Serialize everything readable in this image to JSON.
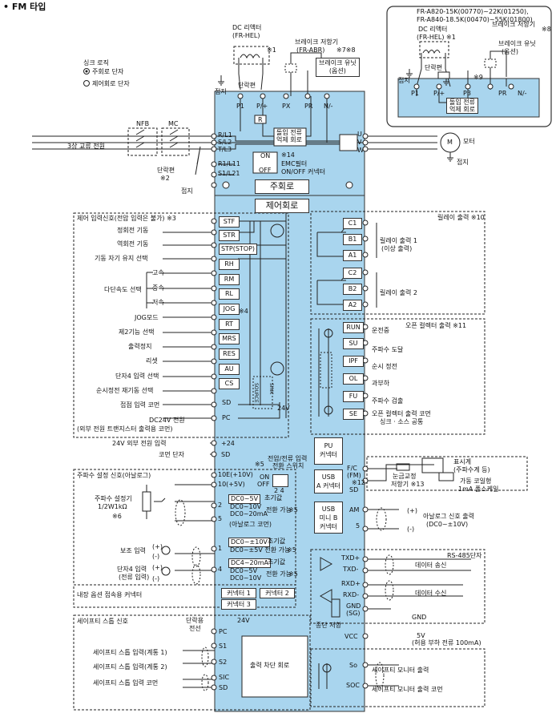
{
  "title": "• FM 타입",
  "colors": {
    "panel": "#a9d5ee",
    "line": "#222222"
  },
  "inset": {
    "line1": "FR-A820-15K(00770)~22K(01250),",
    "line2": "FR-A840-18.5K(00470)~55K(01800)",
    "dc_reactor": "DC 리액터",
    "dc_reactor_model": "(FR-HEL) ※1",
    "brake_resistor": "브레이크 저항기",
    "brake_resistor_note": "※8",
    "brake_unit": "브레이크 유닛",
    "brake_unit_opt": "(옵션)",
    "jumper": "단락편",
    "ground": "접지",
    "terminals": [
      "P1",
      "P/+",
      "P3",
      "PR",
      "N/-"
    ],
    "note9": "※9",
    "inrush": "돌입 전류",
    "inrush2": "억제 회로"
  },
  "top": {
    "sink_logic": "싱크 로직",
    "main_circuit_terminal": "주회로 단자",
    "control_circuit_terminal": "제어회로 단자",
    "dc_reactor": "DC 리액터",
    "dc_reactor_model": "(FR-HEL)",
    "note1": "※1",
    "brake_resistor": "브레이크 저항기",
    "brake_resistor_model": "(FR-ABR)",
    "note78": "※7※8",
    "brake_unit": "브레이크 유닛",
    "brake_unit_opt": "(옵션)",
    "jumper": "단락편",
    "ground": "접지",
    "main_terms": [
      "P1",
      "P/+",
      "PX",
      "PR",
      "N/-"
    ],
    "r_label": "R",
    "inrush": "돌입 전류",
    "inrush2": "억제 회로",
    "nfb": "NFB",
    "mc": "MC",
    "power_input": "3상 교류 전원",
    "in_terms": [
      "R/L1",
      "S/L2",
      "T/L3",
      "R1/L11",
      "S1/L21"
    ],
    "jumper2": "단락편",
    "note2": "※2",
    "ground2": "접지",
    "on": "ON",
    "off": "OFF",
    "note14": "※14",
    "emc": "EMC필터",
    "emc2": "ON/OFF 커넥터",
    "main_circuit": "주회로",
    "out_terms": [
      "U",
      "V",
      "W"
    ],
    "motor": "M",
    "motor_label": "모터",
    "ground3": "접지"
  },
  "control": {
    "title": "제어회로",
    "input_header": "제어 입력신호(전압 입력은 불가) ※3",
    "inputs": [
      {
        "label": "정회전 기동",
        "term": "STF"
      },
      {
        "label": "역회전 기동",
        "term": "STR"
      },
      {
        "label": "기동 자기 유지 선택",
        "term": "STP(STOP)"
      },
      {
        "label": "",
        "term": "RH"
      },
      {
        "label": "",
        "term": "RM"
      },
      {
        "label": "",
        "term": "RL"
      },
      {
        "label": "JOG모드",
        "term": "JOG"
      },
      {
        "label": "제2기능 선택",
        "term": "RT"
      },
      {
        "label": "출력정지",
        "term": "MRS"
      },
      {
        "label": "리셋",
        "term": "RES"
      },
      {
        "label": "단자4 입력 선택",
        "term": "AU"
      },
      {
        "label": "순시정전 재기동 선택",
        "term": "CS"
      },
      {
        "label": "접점 입력 코먼",
        "term": "SD"
      },
      {
        "label": "DC24V 전원",
        "term": "PC"
      }
    ],
    "speed_high": "고속",
    "speed_mid": "중속",
    "speed_low": "저속",
    "multispeed": "다단속도 선택",
    "note4": "※4",
    "dc24_note": "(외부 전원 트랜지스터 출력용 코먼)",
    "source": "SOURCE",
    "sink": "SINK",
    "v24": "24V",
    "ext24": "24V 외부 전원 입력",
    "ext24_term": "+24",
    "common": "코먼 단자",
    "common_term": "SD",
    "relay_header": "릴레이 출력 ※10",
    "relay_terms": [
      "C1",
      "B1",
      "A1",
      "C2",
      "B2",
      "A2"
    ],
    "relay1": "릴레이 출력 1",
    "relay1b": "(이상 출력)",
    "relay2": "릴레이 출력 2",
    "oc_header": "오픈 컬렉터 출력 ※11",
    "oc": [
      {
        "term": "RUN",
        "label": "운전중"
      },
      {
        "term": "SU",
        "label": "주파수 도달"
      },
      {
        "term": "IPF",
        "label": "순시 정전"
      },
      {
        "term": "OL",
        "label": "과부하"
      },
      {
        "term": "FU",
        "label": "주파수 검출"
      },
      {
        "term": "SE",
        "label": "오픈 컬렉터 출력 코먼"
      }
    ],
    "oc_se2": "싱크 · 소스 공통",
    "freq_header": "주파수 설정 신호(아날로그)",
    "note5": "※5",
    "switch_label": "전압/전류 입력",
    "switch_label2": "전환 스위치",
    "sw_on": "ON",
    "sw_off": "OFF",
    "sw_nums": "2  4",
    "an_terms": [
      "10E(+10V)",
      "10(+5V)",
      "2",
      "5",
      "1",
      "4"
    ],
    "pot": "주파수 설정기",
    "pot2": "1/2W1kΩ",
    "note6": "※6",
    "t2_box1": "DC0~5V",
    "t2_box2": "DC0~10V",
    "t2_box3": "DC0~20mA",
    "init": "초기값",
    "switchable": "전환 가능",
    "analog_common": "(아날로그 코먼)",
    "t1_box1": "DC0~±10V",
    "t1_box2": "DC0~±5V 전환 가능",
    "aux": "보조 입력",
    "t4_box1": "DC4~20mA",
    "t4_box2": "DC0~5V",
    "t4_box3": "DC0~10V",
    "t4_in": "단자4 입력",
    "t4_in2": "(전류 입력)",
    "plus": "(+)",
    "minus": "(-)",
    "pu": "PU",
    "pu2": "커넥터",
    "usb_a": "USB",
    "usb_a2": "A 커넥터",
    "usb_b": "USB",
    "usb_b2": "미니 B",
    "usb_b3": "커넥터",
    "fc": "F/C",
    "fc2": "(FM)",
    "note12": "※12",
    "sd": "SD",
    "meter": "표시계",
    "meter2": "(주파수계 등)",
    "meter3": "가동 코일형",
    "meter4": "1mA 풀스케일",
    "calib": "눈금교정",
    "calib2": "저항기 ※13",
    "am": "AM",
    "am5": "5",
    "analog_out": "아날로그 신호 출력",
    "analog_out2": "(DC0~±10V)",
    "option_header": "내장 옵션 접속용 커넥터",
    "connectors": [
      "커넥터 1",
      "커넥터 2",
      "커넥터 3"
    ],
    "rs485": "RS-485단자",
    "rs_terms": [
      "TXD+",
      "TXD-",
      "RXD+",
      "RXD-",
      "GND",
      "(SG)",
      "VCC"
    ],
    "data_tx": "데이터 송신",
    "data_rx": "데이터 수신",
    "gnd": "GND",
    "v5": "5V",
    "v5note": "(허용 부하 전류 100mA)",
    "term_res": "종단 저항",
    "safety_header": "세이프티 스톱 신호",
    "jumper_wire": "단락용",
    "jumper_wire2": "전선",
    "safety_terms": [
      "PC",
      "S1",
      "S2",
      "SIC",
      "SD"
    ],
    "safety1": "세이프티 스톱 입력(계통 1)",
    "safety2": "세이프티 스톱 입력(계통 2)",
    "safety_common": "세이프티 스톱 입력 코먼",
    "safety_circuit": "출력 차단 회로",
    "so": "So",
    "soc": "SOC",
    "so_label": "세이프티 모니터 출력",
    "soc_label": "세이프티 모니터 출력 코먼",
    "v24b": "24V"
  }
}
